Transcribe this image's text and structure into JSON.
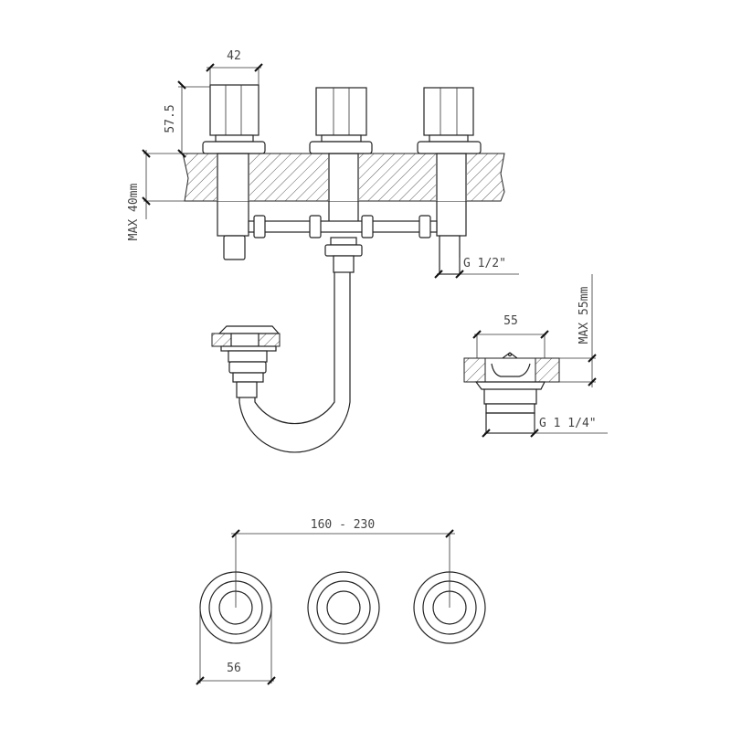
{
  "dimensions": {
    "knob_width": "42",
    "knob_height": "57.5",
    "max_counter_thickness": "MAX 40mm",
    "supply_thread": "G 1/2\"",
    "drain_width": "55",
    "max_drain_thickness": "MAX 55mm",
    "drain_thread": "G 1 1/4\"",
    "center_distance": "160 - 230",
    "rosette_diameter": "56"
  },
  "colors": {
    "line": "#222222",
    "background": "#ffffff"
  }
}
